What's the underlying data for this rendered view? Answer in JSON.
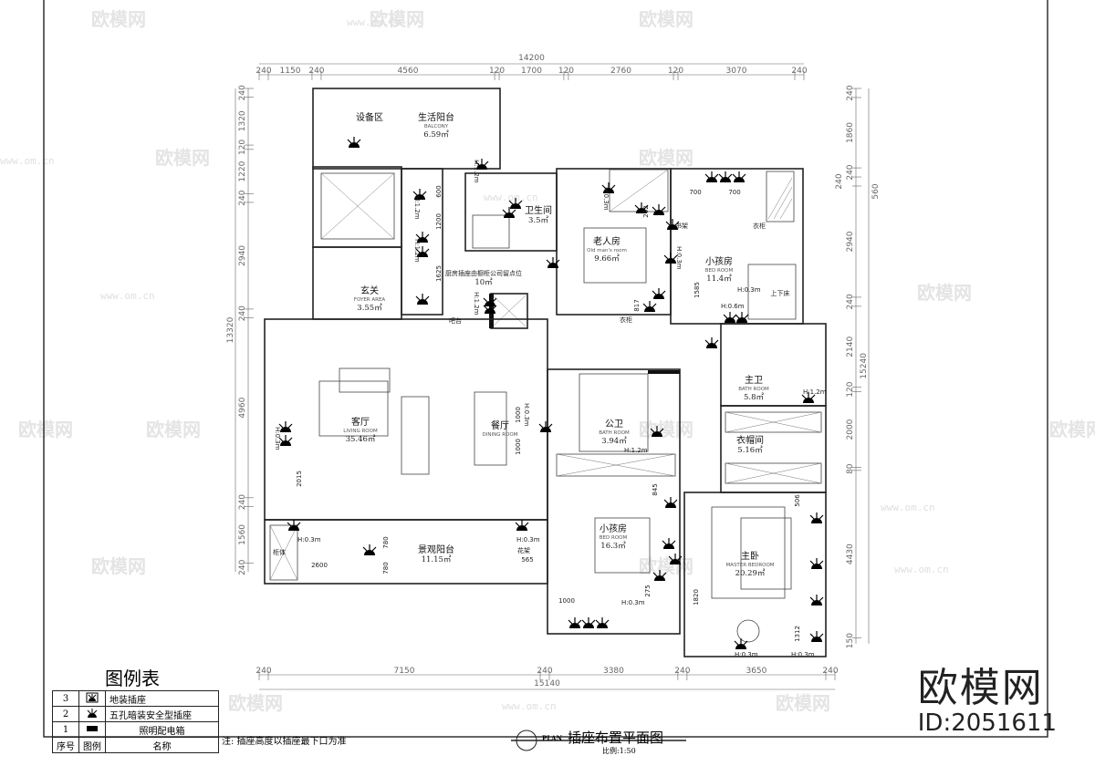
{
  "title_block": {
    "plan_tag": "PLAN",
    "title": "插座布置平面图",
    "scale": "比例:1:50"
  },
  "brand": {
    "name": "欧模网",
    "id": "ID:2051611",
    "watermark": "欧模网",
    "watermark_url": "www.om.cn"
  },
  "legend": {
    "title": "图例表",
    "headers": [
      "序号",
      "图例",
      "名称"
    ],
    "rows": [
      {
        "no": "3",
        "icon": "floor-socket-icon",
        "name": "地装插座"
      },
      {
        "no": "2",
        "icon": "five-hole-socket-icon",
        "name": "五孔暗装安全型插座"
      },
      {
        "no": "1",
        "icon": "distribution-box-icon",
        "name": "照明配电箱"
      }
    ],
    "note": "注: 插座高度以插座最下口为准"
  },
  "dimensions": {
    "top_total": "14200",
    "top": [
      "240",
      "1150",
      "240",
      "4560",
      "120",
      "1700",
      "120",
      "2760",
      "120",
      "3070",
      "240"
    ],
    "bottom_total": "15140",
    "bottom": [
      "240",
      "7150",
      "240",
      "3380",
      "240",
      "3650",
      "240"
    ],
    "left_total": "13320",
    "left": [
      "240",
      "1320",
      "120",
      "1220",
      "240",
      "2940",
      "240",
      "4960",
      "240",
      "1560",
      "240"
    ],
    "right_total": "15240",
    "right_mid": "560",
    "right": [
      "240",
      "1860",
      "240",
      "240",
      "2940",
      "240",
      "2140",
      "120",
      "2000",
      "80",
      "4430",
      "150"
    ]
  },
  "rooms": [
    {
      "cn": "设备区",
      "en": "",
      "area": ""
    },
    {
      "cn": "生活阳台",
      "en": "BALCONY",
      "area": "6.59㎡"
    },
    {
      "cn": "卫生间",
      "en": "",
      "area": "3.5㎡"
    },
    {
      "cn": "老人房",
      "en": "Old man's room",
      "area": "9.66㎡"
    },
    {
      "cn": "小孩房",
      "en": "BED ROOM",
      "area": "11.4㎡"
    },
    {
      "cn": "玄关",
      "en": "FOYER AREA",
      "area": "3.55㎡"
    },
    {
      "cn": "厨房插座由橱柜公司留点位",
      "en": "",
      "area": "10㎡"
    },
    {
      "cn": "客厅",
      "en": "LIVING ROOM",
      "area": "35.46㎡"
    },
    {
      "cn": "餐厅",
      "en": "DINING ROOM",
      "area": ""
    },
    {
      "cn": "景观阳台",
      "en": "",
      "area": "11.15㎡"
    },
    {
      "cn": "公卫",
      "en": "BATH ROOM",
      "area": "3.94㎡"
    },
    {
      "cn": "主卫",
      "en": "BATH ROOM",
      "area": "5.8㎡"
    },
    {
      "cn": "衣帽间",
      "en": "",
      "area": "5.16㎡"
    },
    {
      "cn": "小孩房",
      "en": "BED ROOM",
      "area": "16.3㎡"
    },
    {
      "cn": "主卧",
      "en": "MASTER BEDROOM",
      "area": "20.29㎡"
    }
  ],
  "annotations": {
    "furniture": [
      "书架",
      "衣柜",
      "上下床",
      "衣柜",
      "吧台",
      "柜体",
      "花架"
    ],
    "heights": [
      "H:1.2m",
      "H:1.2m",
      "H:1.2m",
      "H:1.2m",
      "H:0.3m",
      "H:0.3m",
      "H:0.3m",
      "H:0.6m",
      "H:0.3m",
      "H:0.3m",
      "H:0.3m",
      "H:0.3m",
      "H:1.2m",
      "H:1.2m",
      "H:0.3m",
      "H:0.3m",
      "H:0.3m"
    ],
    "local_dims": [
      "600",
      "1200",
      "1625",
      "262",
      "817",
      "1585",
      "700",
      "700",
      "1000",
      "1000",
      "2015",
      "2600",
      "780",
      "780",
      "565",
      "845",
      "275",
      "1820",
      "1000",
      "506",
      "1312"
    ]
  }
}
